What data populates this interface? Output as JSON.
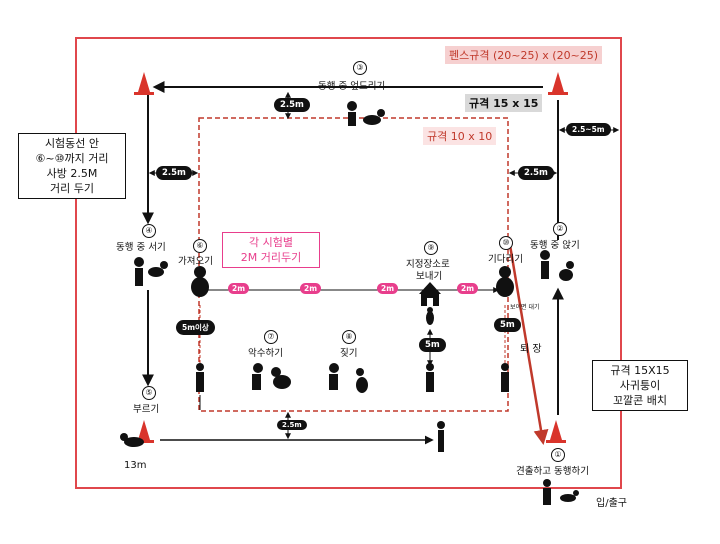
{
  "fence_label": "펜스규격 (20~25) x (20~25)",
  "size_15_label": "규격 15 x 15",
  "size_10_label": "규격 10 x 10",
  "callout_left": [
    "시험동선 안",
    "⑥~⑩까지 거리",
    "사방 2.5M",
    "거리 두기"
  ],
  "callout_pink": [
    "각 시험별",
    "2M 거리두기"
  ],
  "callout_right": [
    "규격 15X15",
    "사귀퉁이",
    "꼬깔콘 배치"
  ],
  "stations": {
    "s1": {
      "num": "①",
      "label": "견출하고 동행하기"
    },
    "s2": {
      "num": "②",
      "label": "동행 중 앉기"
    },
    "s3": {
      "num": "③",
      "label": "동행 중 엎드리기"
    },
    "s4": {
      "num": "④",
      "label": "동행 중 서기"
    },
    "s5": {
      "num": "⑤",
      "label": "부르기"
    },
    "s6": {
      "num": "⑥",
      "label": "가져오기"
    },
    "s7": {
      "num": "⑦",
      "label": "악수하기"
    },
    "s8": {
      "num": "⑧",
      "label": "짖기"
    },
    "s9": {
      "num": "⑨",
      "label": "지정장소로",
      "label2": "보내기"
    },
    "s10": {
      "num": "⑩",
      "label": "기다리기"
    }
  },
  "distances": {
    "d_top": "2.5m",
    "d_left": "2.5m",
    "d_right": "2.5m",
    "d_edge": "2.5~5m",
    "d_bottom": "2.5m",
    "d_5m_left": "5m이상",
    "d_5m_mid": "5m",
    "d_5m_right": "5m",
    "d_2m": [
      "2m",
      "2m",
      "2m",
      "2m"
    ],
    "d_13m": "13m"
  },
  "misc": {
    "exit_label": "퇴  장",
    "entrance_label": "입/출구",
    "wait_label": "보이면 대기"
  },
  "colors": {
    "fence": "#e0474c",
    "inner": "#c0392b",
    "pink": "#e83e8c",
    "cone": "#d9342b"
  }
}
